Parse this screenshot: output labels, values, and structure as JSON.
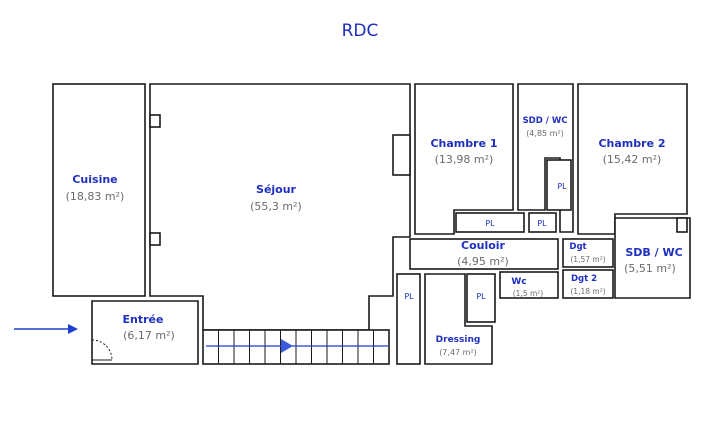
{
  "title": "RDC",
  "colors": {
    "label": "#1f2fbf",
    "area": "#6b6b6b",
    "wall": "#1a1a1a",
    "arrow": "#1f3fd0"
  },
  "rooms": {
    "cuisine": {
      "name": "Cuisine",
      "area": "(18,83 m²)"
    },
    "sejour": {
      "name": "Séjour",
      "area": "(55,3 m²)"
    },
    "chambre1": {
      "name": "Chambre 1",
      "area": "(13,98 m²)"
    },
    "sdd_wc": {
      "name": "SDD / WC",
      "area": "(4,85 m²)"
    },
    "chambre2": {
      "name": "Chambre 2",
      "area": "(15,42 m²)"
    },
    "couloir": {
      "name": "Couloir",
      "area": "(4,95 m²)"
    },
    "dgt": {
      "name": "Dgt",
      "area": "(1,57 m²)"
    },
    "dgt2": {
      "name": "Dgt 2",
      "area": "(1,18 m²)"
    },
    "sdb_wc": {
      "name": "SDB / WC",
      "area": "(5,51 m²)"
    },
    "wc": {
      "name": "Wc",
      "area": "(1,5 m²)"
    },
    "entree": {
      "name": "Entrée",
      "area": "(6,17 m²)"
    },
    "dressing": {
      "name": "Dressing",
      "area": "(7,47 m²)"
    }
  },
  "closet_label": "PL"
}
